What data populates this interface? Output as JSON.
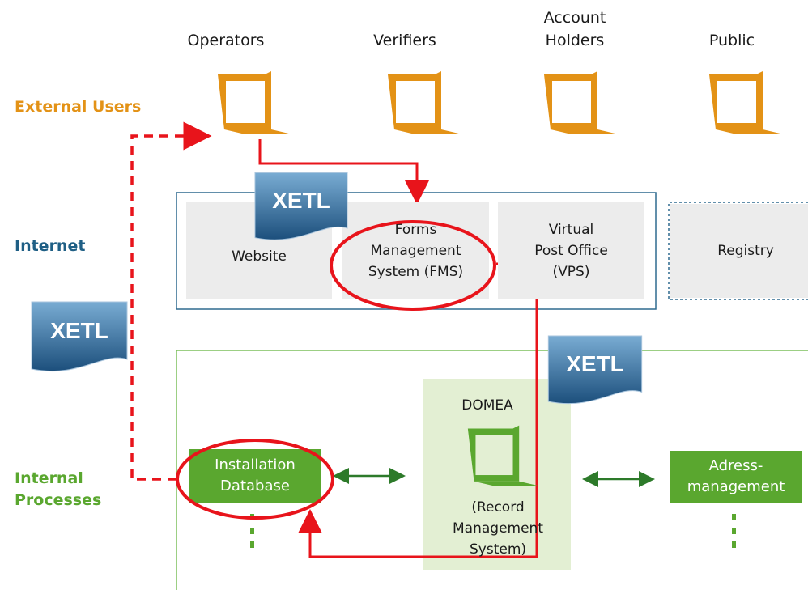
{
  "users": {
    "operators": "Operators",
    "verifiers": "Verifiers",
    "account_holders_line1": "Account",
    "account_holders_line2": "Holders",
    "public": "Public"
  },
  "rows": {
    "external_users": "External Users",
    "internet": "Internet",
    "internal_line1": "Internal",
    "internal_line2": "Processes"
  },
  "internet": {
    "website": "Website",
    "fms_line1": "Forms",
    "fms_line2": "Management",
    "fms_line3": "System (FMS)",
    "vps_line1": "Virtual",
    "vps_line2": "Post Office",
    "vps_line3": "(VPS)",
    "registry": "Registry"
  },
  "internal": {
    "installation_line1": "Installation",
    "installation_line2": "Database",
    "domea": "DOMEA",
    "rms_line1": "(Record",
    "rms_line2": "Management",
    "rms_line3": "System)",
    "adress_line1": "Adress-",
    "adress_line2": "management"
  },
  "xetl": [
    "XETL",
    "XETL",
    "XETL"
  ],
  "colors": {
    "orange": "#e39216",
    "blue_text": "#1f5f85",
    "green": "#5aa72f",
    "dark_green": "#2d7a2a",
    "red": "#e8141b",
    "xetl_top": "#6fa3cc",
    "xetl_bottom": "#1c4f7c"
  }
}
